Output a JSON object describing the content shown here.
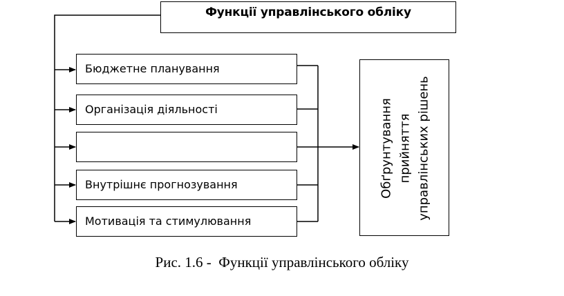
{
  "diagram": {
    "title": "Функції управлінського обліку",
    "functions": [
      "Бюджетне планування",
      "Організація діяльності",
      "",
      "Внутрішнє прогнозування",
      "Мотивація та стимулювання"
    ],
    "result_lines": [
      "Обґрунтування",
      "прийняття",
      "управлінських рішень"
    ]
  },
  "caption": "Рис. 1.6 -  Функції управлінського обліку"
}
